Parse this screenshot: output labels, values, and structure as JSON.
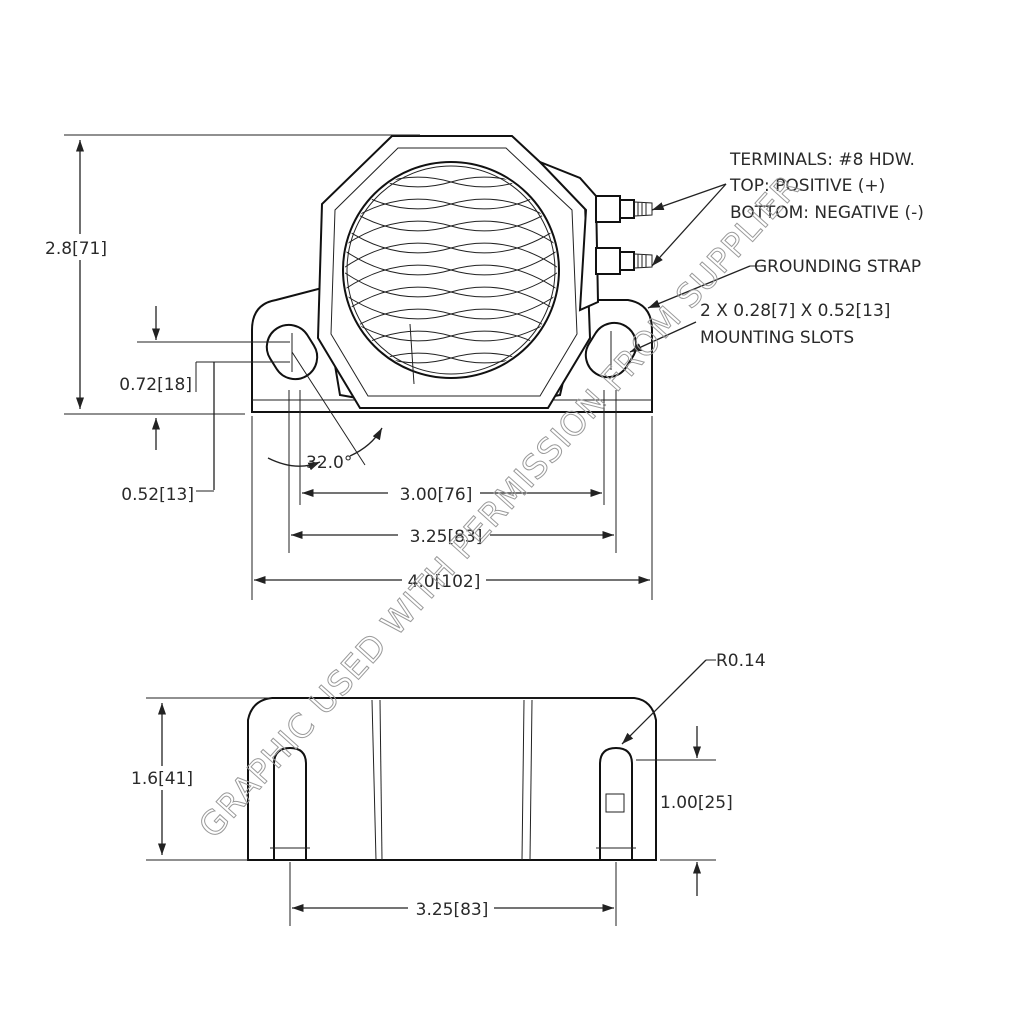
{
  "front_view": {
    "height_dim": "2.8[71]",
    "slot_offset_dim": "0.72[18]",
    "slot_base_dim": "0.52[13]",
    "angle_dim": "32.0°",
    "inner_slot_width_dim": "3.00[76]",
    "slot_spacing_dim": "3.25[83]",
    "overall_width_dim": "4.0[102]",
    "callouts": {
      "terminals_line1": "TERMINALS: #8 HDW.",
      "terminals_line2": "TOP: POSITIVE (+)",
      "terminals_line3": "BOTTOM: NEGATIVE (-)",
      "grounding": "GROUNDING STRAP",
      "slots_line1": "2 X 0.28[7] X 0.52[13]",
      "slots_line2": "MOUNTING SLOTS"
    }
  },
  "side_view": {
    "radius_callout": "R0.14",
    "height_dim": "1.6[41]",
    "slot_height_dim": "1.00[25]",
    "slot_spacing_dim": "3.25[83]"
  },
  "watermark": "GRAPHIC USED WITH PERMISSION FROM SUPPLIER"
}
